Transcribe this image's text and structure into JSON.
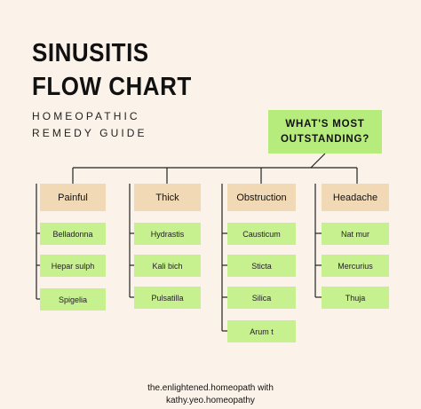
{
  "title": {
    "line1": "SINUSITIS",
    "line2": "FLOW CHART"
  },
  "subtitle": {
    "line1": "HOMEOPATHIC",
    "line2": "REMEDY GUIDE"
  },
  "root": {
    "line1": "WHAT'S MOST",
    "line2": "OUTSTANDING?"
  },
  "columns": [
    {
      "label": "Painful",
      "items": [
        "Belladonna",
        "Hepar sulph",
        "Spigelia"
      ]
    },
    {
      "label": "Thick",
      "items": [
        "Hydrastis",
        "Kali bich",
        "Pulsatilla"
      ]
    },
    {
      "label": "Obstruction",
      "items": [
        "Causticum",
        "Sticta",
        "Silica",
        "Arum t"
      ]
    },
    {
      "label": "Headache",
      "items": [
        "Nat mur",
        "Mercurius",
        "Thuja"
      ]
    }
  ],
  "footer": {
    "line1": "the.enlightened.homeopath with",
    "line2": "kathy.yeo.homeopathy"
  },
  "colors": {
    "background": "#fbf3ea",
    "root_fill": "#b6ec7c",
    "header_fill": "#f2d9b5",
    "item_fill": "#c7f08e",
    "line": "#222222"
  }
}
